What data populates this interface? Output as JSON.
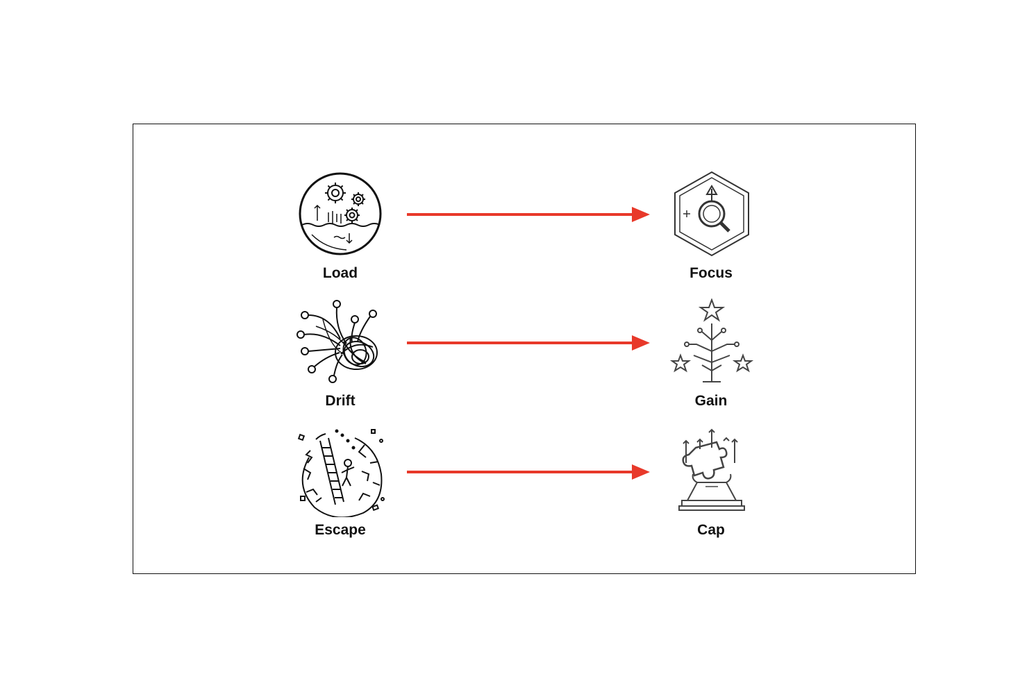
{
  "colors": {
    "arrow": "#e8392a",
    "stroke": "#111111",
    "icon_gray": "#555555",
    "frame": "#111111"
  },
  "rows": [
    {
      "from": {
        "label": "Load",
        "icon": "gears-in-water-icon"
      },
      "to": {
        "label": "Focus",
        "icon": "magnifier-hexagon-icon"
      }
    },
    {
      "from": {
        "label": "Drift",
        "icon": "tangled-network-icon"
      },
      "to": {
        "label": "Gain",
        "icon": "star-tree-icon"
      }
    },
    {
      "from": {
        "label": "Escape",
        "icon": "ladder-climber-icon"
      },
      "to": {
        "label": "Cap",
        "icon": "puzzle-trophy-icon"
      }
    }
  ]
}
